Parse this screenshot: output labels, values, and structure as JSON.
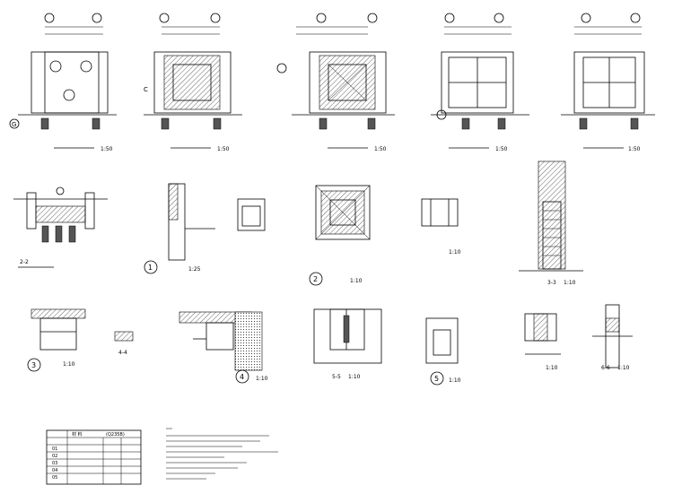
{
  "scales": {
    "s50": "1:50",
    "s25": "1:25",
    "s10": "1:10"
  },
  "section_labels": {
    "s22": "2-2",
    "s33": "3-3",
    "s44": "4-4",
    "s55": "5-5",
    "s66": "6-6"
  },
  "detail_numbers": [
    "1",
    "2",
    "3",
    "4",
    "5"
  ],
  "axis_labels": {
    "c": "C",
    "g": "G"
  },
  "material_table": {
    "title_col1": "材 料",
    "title_col2": "(Q235B)",
    "rows": [
      "01",
      "02",
      "03",
      "04",
      "05"
    ]
  }
}
